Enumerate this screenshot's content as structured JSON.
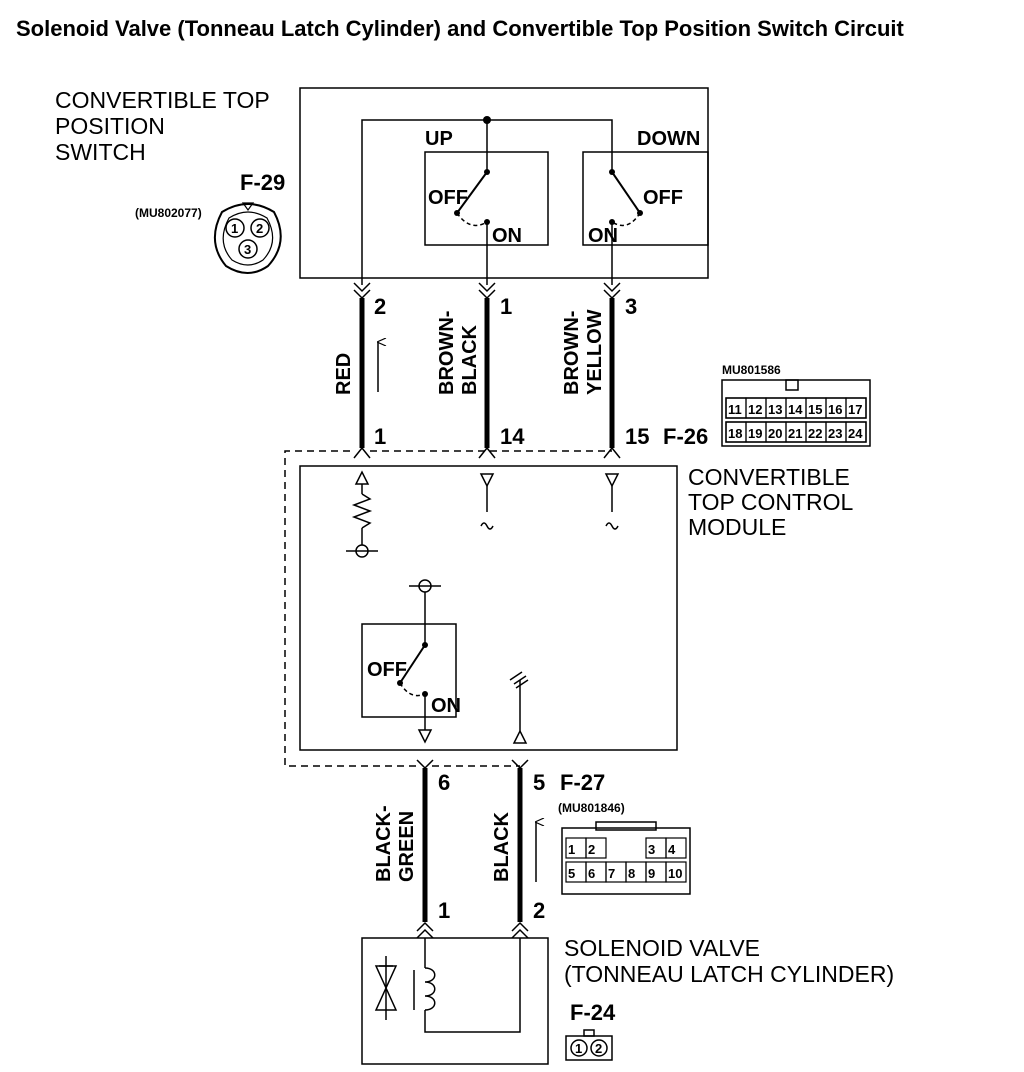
{
  "title": "Solenoid Valve (Tonneau Latch Cylinder) and Convertible Top Position Switch Circuit",
  "switch_component": {
    "label_lines": [
      "CONVERTIBLE TOP",
      "POSITION",
      "SWITCH"
    ],
    "connector_id": "F-29",
    "connector_part": "(MU802077)",
    "connector_pins": [
      "1",
      "2",
      "3"
    ],
    "up_label": "UP",
    "down_label": "DOWN",
    "off_label": "OFF",
    "on_label": "ON"
  },
  "upper_wires": [
    {
      "color_lines": [
        "RED"
      ],
      "pin_top": "2",
      "pin_bottom": "1"
    },
    {
      "color_lines": [
        "BROWN-",
        "BLACK"
      ],
      "pin_top": "1",
      "pin_bottom": "14"
    },
    {
      "color_lines": [
        "BROWN-",
        "YELLOW"
      ],
      "pin_top": "3",
      "pin_bottom": "15"
    }
  ],
  "module_component": {
    "label_lines": [
      "CONVERTIBLE",
      "TOP CONTROL",
      "MODULE"
    ],
    "connector_top": "F-26",
    "connector_top_part": "MU801586",
    "connector_top_row1": [
      "11",
      "12",
      "13",
      "14",
      "15",
      "16",
      "17"
    ],
    "connector_top_row2": [
      "18",
      "19",
      "20",
      "21",
      "22",
      "23",
      "24"
    ],
    "off_label": "OFF",
    "on_label": "ON",
    "connector_bottom": "F-27",
    "connector_bottom_part": "(MU801846)",
    "connector_bottom_row1": [
      "1",
      "2",
      "3",
      "4"
    ],
    "connector_bottom_row2": [
      "5",
      "6",
      "7",
      "8",
      "9",
      "10"
    ]
  },
  "lower_wires": [
    {
      "color_lines": [
        "BLACK-",
        "GREEN"
      ],
      "pin_top": "6",
      "pin_bottom": "1"
    },
    {
      "color_lines": [
        "BLACK"
      ],
      "pin_top": "5",
      "pin_bottom": "2"
    }
  ],
  "solenoid_component": {
    "label_lines": [
      "SOLENOID VALVE",
      "(TONNEAU LATCH CYLINDER)"
    ],
    "connector_id": "F-24",
    "connector_pins": [
      "1",
      "2"
    ]
  }
}
